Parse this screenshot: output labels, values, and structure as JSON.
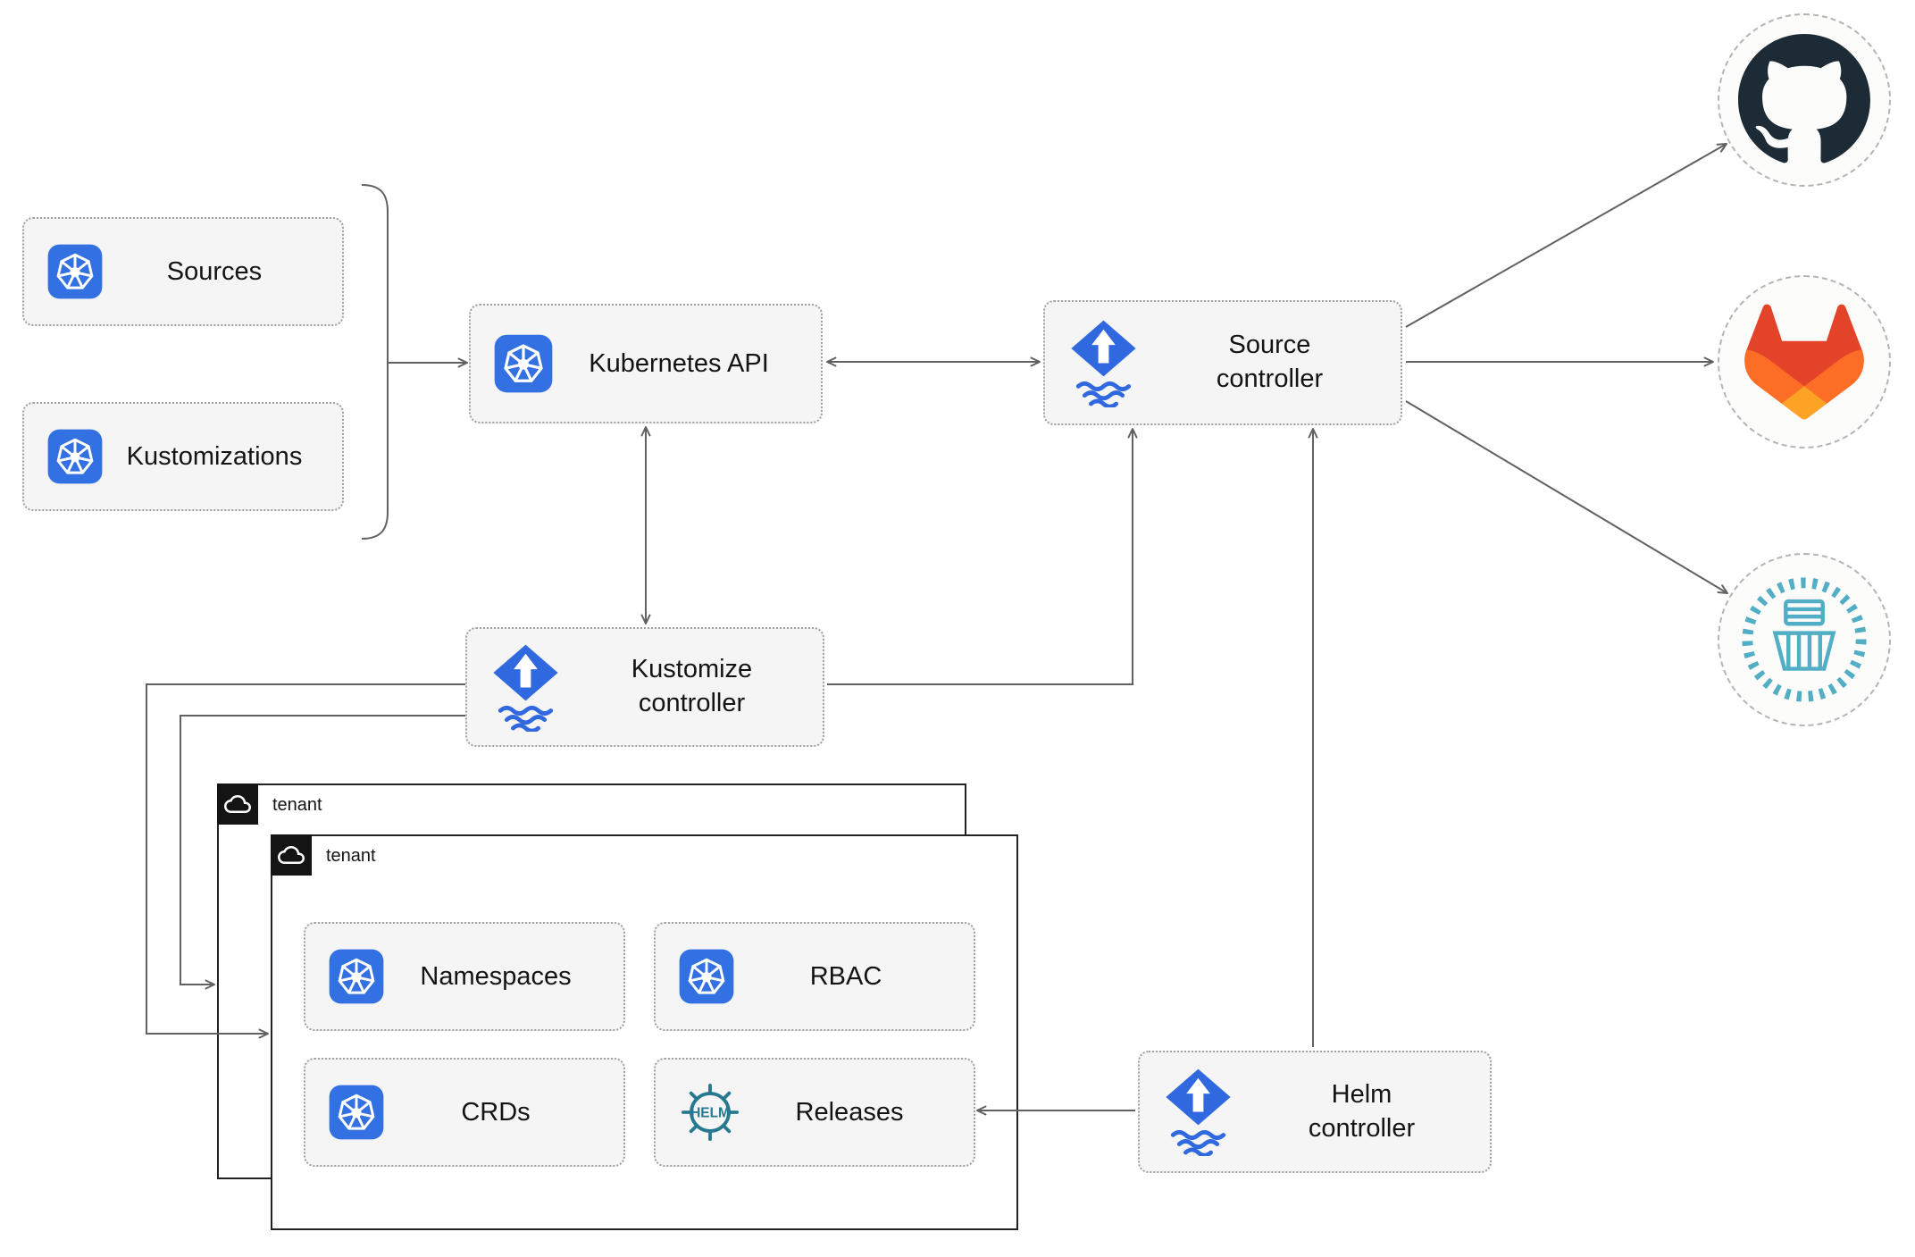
{
  "colors": {
    "kubernetes_blue": "#3371E3",
    "flux_blue": "#3068DF",
    "github_dark": "#1D2B36",
    "gitlab_red": "#E24329",
    "gitlab_orange": "#FC6D26",
    "gitlab_yellow": "#FCA326",
    "helm_teal": "#27798F",
    "harbor_teal": "#51AEC4",
    "edge_gray": "#616161",
    "node_bg": "#F5F5F5",
    "node_border": "#9F9F9F",
    "tenant_border": "#222222"
  },
  "icons": {
    "helm_text": "HELM",
    "kubernetes": "kubernetes-icon",
    "flux": "flux-icon",
    "cloud": "cloud-icon",
    "github": "github-icon",
    "gitlab": "gitlab-icon",
    "harbor": "harbor-registry-icon",
    "helm_wheel": "helm-icon"
  },
  "left_column": {
    "sources": "Sources",
    "kustomizations": "Kustomizations"
  },
  "core": {
    "kubernetes_api": "Kubernetes API",
    "source_controller": "Source controller",
    "kustomize_controller": "Kustomize controller",
    "helm_controller": "Helm controller"
  },
  "tenants": {
    "back": {
      "label": "tenant"
    },
    "front": {
      "label": "tenant",
      "items": {
        "namespaces": "Namespaces",
        "rbac": "RBAC",
        "crds": "CRDs",
        "releases": "Releases"
      }
    }
  }
}
